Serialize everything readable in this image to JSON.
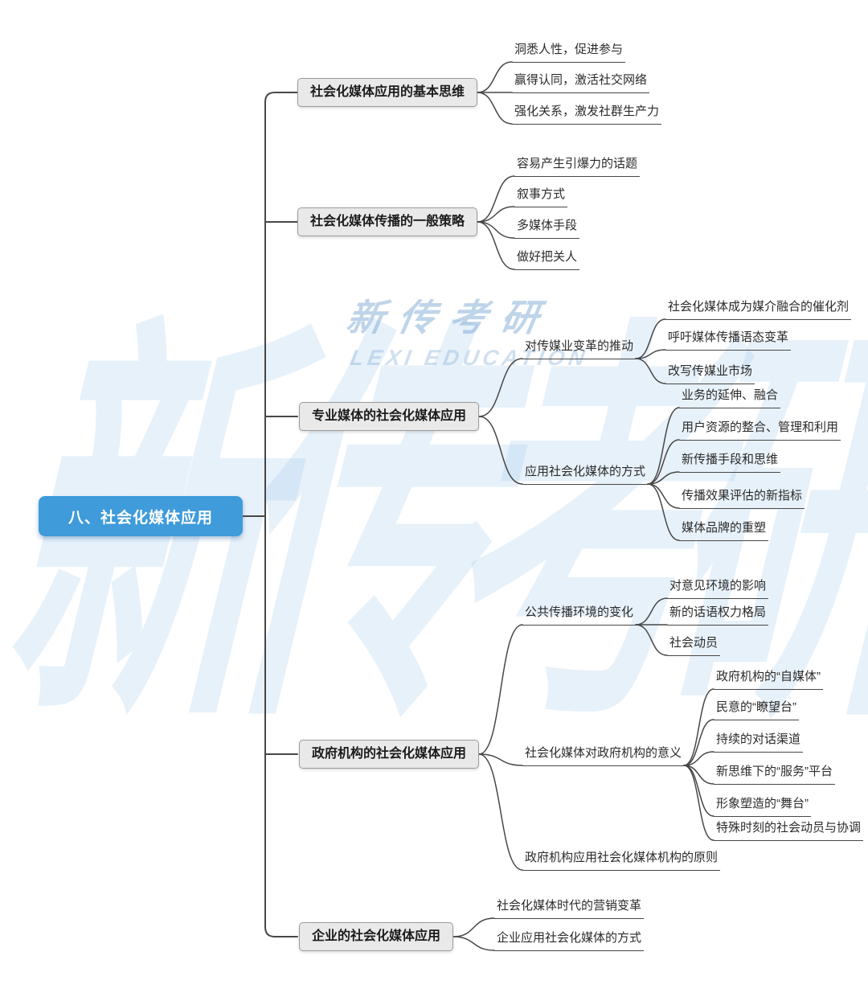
{
  "map": {
    "root": {
      "label": "八、社会化媒体应用"
    },
    "branches": [
      {
        "label": "社会化媒体应用的基本思维",
        "children": [
          {
            "label": "洞悉人性，促进参与"
          },
          {
            "label": "赢得认同，激活社交网络"
          },
          {
            "label": "强化关系，激发社群生产力"
          }
        ]
      },
      {
        "label": "社会化媒体传播的一般策略",
        "children": [
          {
            "label": "容易产生引爆力的话题"
          },
          {
            "label": "叙事方式"
          },
          {
            "label": "多媒体手段"
          },
          {
            "label": "做好把关人"
          }
        ]
      },
      {
        "label": "专业媒体的社会化媒体应用",
        "children": [
          {
            "label": "对传媒业变革的推动",
            "children": [
              {
                "label": "社会化媒体成为媒介融合的催化剂"
              },
              {
                "label": "呼吁媒体传播语态变革"
              },
              {
                "label": "改写传媒业市场"
              }
            ]
          },
          {
            "label": "应用社会化媒体的方式",
            "children": [
              {
                "label": "业务的延伸、融合"
              },
              {
                "label": "用户资源的整合、管理和利用"
              },
              {
                "label": "新传播手段和思维"
              },
              {
                "label": "传播效果评估的新指标"
              },
              {
                "label": "媒体品牌的重塑"
              }
            ]
          }
        ]
      },
      {
        "label": "政府机构的社会化媒体应用",
        "children": [
          {
            "label": "公共传播环境的变化",
            "children": [
              {
                "label": "对意见环境的影响"
              },
              {
                "label": "新的话语权力格局"
              },
              {
                "label": "社会动员"
              }
            ]
          },
          {
            "label": "社会化媒体对政府机构的意义",
            "children": [
              {
                "label": "政府机构的“自媒体”"
              },
              {
                "label": "民意的“瞭望台”"
              },
              {
                "label": "持续的对话渠道"
              },
              {
                "label": "新思维下的“服务”平台"
              },
              {
                "label": "形象塑造的“舞台”"
              },
              {
                "label": "特殊时刻的社会动员与协调"
              }
            ]
          },
          {
            "label": "政府机构应用社会化媒体机构的原则"
          }
        ]
      },
      {
        "label": "企业的社会化媒体应用",
        "children": [
          {
            "label": "社会化媒体时代的营销变革"
          },
          {
            "label": "企业应用社会化媒体的方式"
          }
        ]
      }
    ]
  },
  "watermark": {
    "brand": "新传考研",
    "tagline": "LEXI EDUCATION",
    "background_text": "新传考研"
  },
  "colors": {
    "canvas_bg": "#ffffff",
    "root_bg": "#3f9bda",
    "root_text": "#ffffff",
    "branch_bg": "#e9e9e9",
    "branch_border": "#9a9a9a",
    "branch_text": "#1b1b1b",
    "topic_text": "#2b2b2b",
    "line_color": "#474747"
  }
}
